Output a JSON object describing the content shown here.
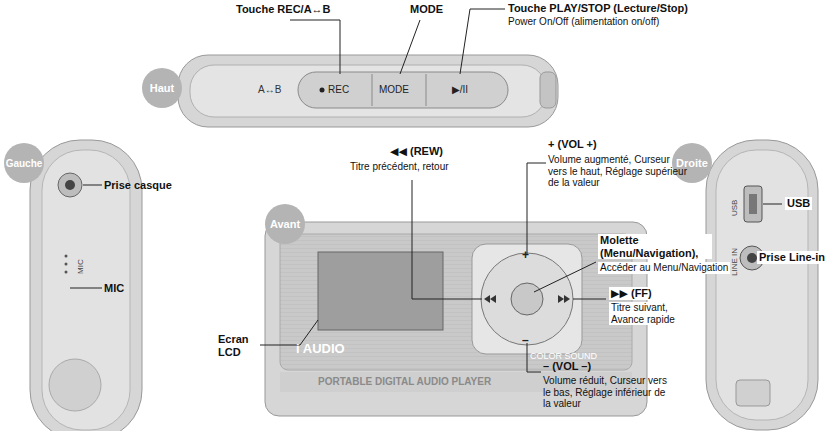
{
  "diagram": {
    "nodes": [
      {
        "text": [
          "Haut"
        ]
      },
      {
        "text": [
          "Gauche"
        ]
      },
      {
        "text": [
          "Avant"
        ]
      },
      {
        "text": [
          "Droite"
        ]
      }
    ],
    "labels": [
      "Touche REC/A↔B",
      "MODE",
      "Touche PLAY/STOP (Lecture/Stop)",
      "Power On/Off (alimentation on/off)",
      "A↔B",
      "REC",
      "MODE",
      "▶/II",
      "Prise casque",
      "MIC",
      "MIC",
      "◀◀ (REW)",
      "Titre précédent, retour",
      "+ (VOL +)",
      "Volume augmenté, Curseur vers le haut, Réglage supérieur de la valeur",
      "Molette (Menu/Navigation),",
      "Accéder au Menu/Navigation",
      "▶▶ (FF)",
      "Titre suivant, Avance rapide",
      "– (VOL –)",
      "Volume réduit, Curseur vers le bas, Réglage inférieur de la valeur",
      "Ecran LCD",
      "i AUDIO",
      "COLOR SOUND",
      "PORTABLE DIGITAL AUDIO PLAYER",
      "+",
      "–",
      "USB",
      "LINE IN",
      "USB",
      "Prise Line-in"
    ]
  }
}
